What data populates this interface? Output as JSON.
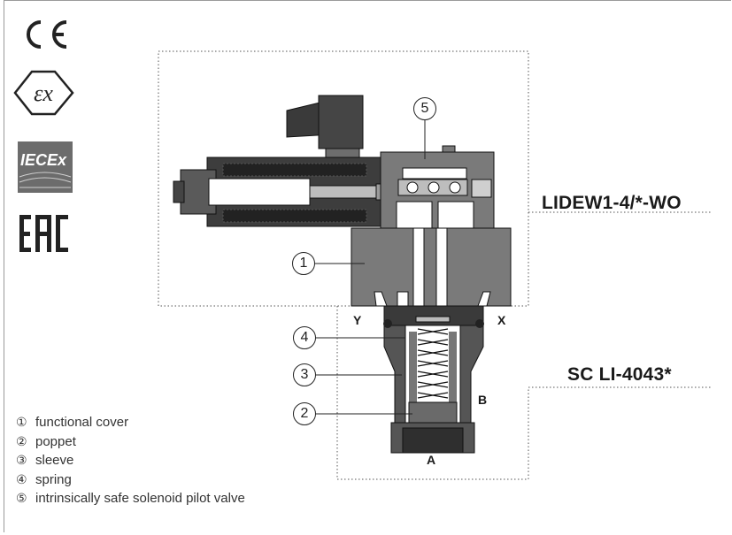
{
  "valve_labels": {
    "upper": "LIDEW1-4/*-WO",
    "lower": "SC LI-4043*"
  },
  "ports": {
    "x": "X",
    "y": "Y",
    "a": "A",
    "b": "B"
  },
  "certifications": {
    "ce": "CE",
    "ex": "Ex",
    "iecex": "IECEx",
    "eac": "EAC"
  },
  "callouts": [
    "1",
    "2",
    "3",
    "4",
    "5"
  ],
  "legend": [
    {
      "num": "①",
      "text": "functional cover"
    },
    {
      "num": "②",
      "text": "poppet"
    },
    {
      "num": "③",
      "text": "sleeve"
    },
    {
      "num": "④",
      "text": "spring"
    },
    {
      "num": "⑤",
      "text": "intrinsically safe solenoid pilot valve"
    }
  ],
  "colors": {
    "dark": "#2b2b2b",
    "body": "#6e6e6e",
    "light": "#bdbdbd",
    "ink": "#1a1a1a"
  }
}
